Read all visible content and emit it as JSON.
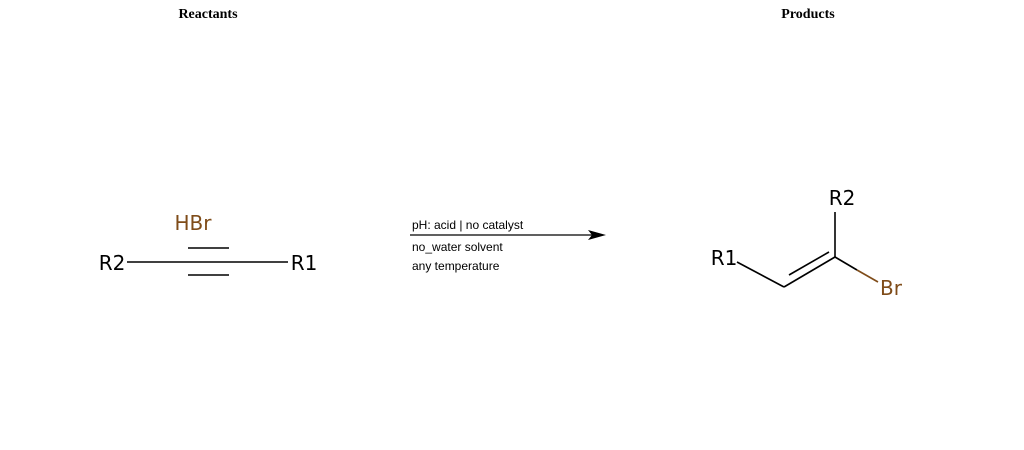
{
  "titles": {
    "reactants": "Reactants",
    "products": "Products"
  },
  "reactants": {
    "reagent": "HBr",
    "alkyne_left_group": "R2",
    "alkyne_right_group": "R1"
  },
  "conditions": {
    "ph_catalyst": "pH: acid | no catalyst",
    "solvent": "no_water solvent",
    "temperature": "any temperature"
  },
  "products": {
    "group_left": "R1",
    "group_top": "R2",
    "halogen": "Br"
  },
  "colors": {
    "text": "#000000",
    "bromine": "#7f4c19",
    "bond": "#000000"
  }
}
